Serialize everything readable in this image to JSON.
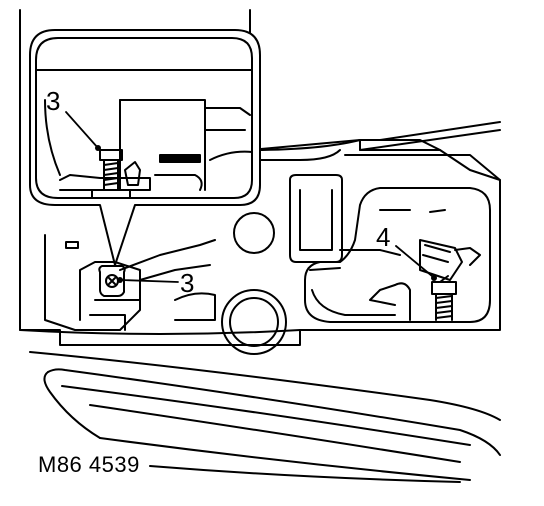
{
  "callouts": {
    "inset_bolt": "3",
    "main_bolt": "3",
    "right_bolt": "4"
  },
  "figure_code": "M86 4539",
  "colors": {
    "ink": "#000000",
    "paper": "#ffffff"
  }
}
